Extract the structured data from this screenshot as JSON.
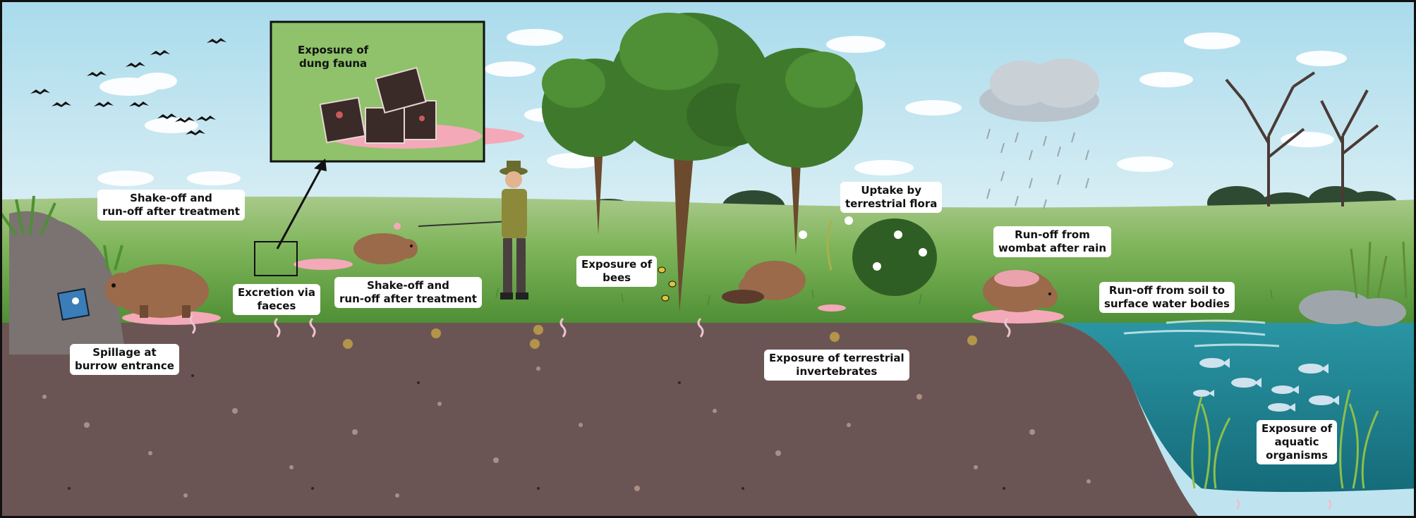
{
  "labels": {
    "shake_off_left": {
      "line1": "Shake-off  and",
      "line2": "run-off after treatment"
    },
    "spillage": {
      "line1": "Spillage at",
      "line2": "burrow entrance"
    },
    "excretion": {
      "line1": "Excretion via",
      "line2": "faeces"
    },
    "shake_off_mid": {
      "line1": "Shake-off  and",
      "line2": "run-off after treatment"
    },
    "dung_fauna": {
      "line1": "Exposure of",
      "line2": "dung fauna"
    },
    "bees": {
      "line1": "Exposure of",
      "line2": "bees"
    },
    "flora": {
      "line1": "Uptake by",
      "line2": "terrestrial flora"
    },
    "invertebrates": {
      "line1": "Exposure of terrestrial",
      "line2": "invertebrates"
    },
    "wombat_rain": {
      "line1": "Run-off from",
      "line2": "wombat after rain"
    },
    "soil_water": {
      "line1": "Run-off from soil to",
      "line2": "surface water bodies"
    },
    "aquatic": {
      "line1": "Exposure of",
      "line2": "aquatic",
      "line3": "organisms"
    }
  },
  "icons": {
    "wombat": "wombat-icon",
    "ranger": "ranger-icon",
    "tree": "tree-icon",
    "cloud": "rain-cloud-icon",
    "fish": "fish-icon",
    "bird": "bird-icon",
    "dung_beetle": "dung-beetle-icon",
    "bee": "bee-icon",
    "worm": "worm-icon",
    "flower": "flower-icon"
  },
  "colors": {
    "sky": "#bfe4f0",
    "grass": "#7fb55a",
    "soil": "#6b5554",
    "water": "#1f7f8f",
    "wombat": "#9a6a4a",
    "treatment_pink": "#f3a9b8",
    "tree_foliage": "#3f7a2c",
    "trunk": "#6b4a2e"
  }
}
